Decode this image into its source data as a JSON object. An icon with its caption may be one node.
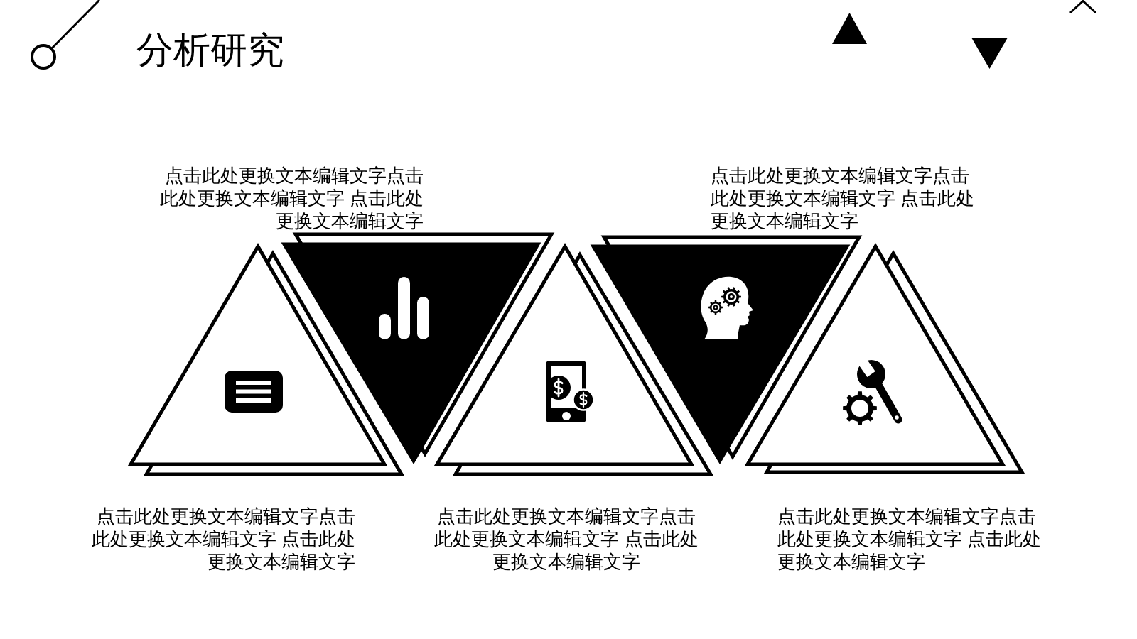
{
  "diagram": {
    "title": "分析研究",
    "nodes": [
      {
        "text": [],
        "shape": "triangle",
        "beside": [
          "点击此处更换文本编辑文字点击此处更换文本编辑文字 点击此处更换文本编辑文字"
        ]
      },
      {
        "text": [],
        "shape": "triangle",
        "beside": [
          "点击此处更换文本编辑文字点击此处更换文本编辑文字 点击此处更换文本编辑文字"
        ]
      },
      {
        "text": [],
        "shape": "triangle",
        "beside": [
          "点击此处更换文本编辑文字点击此处更换文本编辑文字 点击此处更换文本编辑文字"
        ]
      },
      {
        "text": [],
        "shape": "triangle",
        "beside": [
          "点击此处更换文本编辑文字点击此处更换文本编辑文字 点击此处更换文本编辑文字"
        ]
      },
      {
        "text": [],
        "shape": "triangle",
        "beside": [
          "点击此处更换文本编辑文字点击此处更换文本编辑文字 点击此处更换文本编辑文字"
        ]
      }
    ]
  }
}
